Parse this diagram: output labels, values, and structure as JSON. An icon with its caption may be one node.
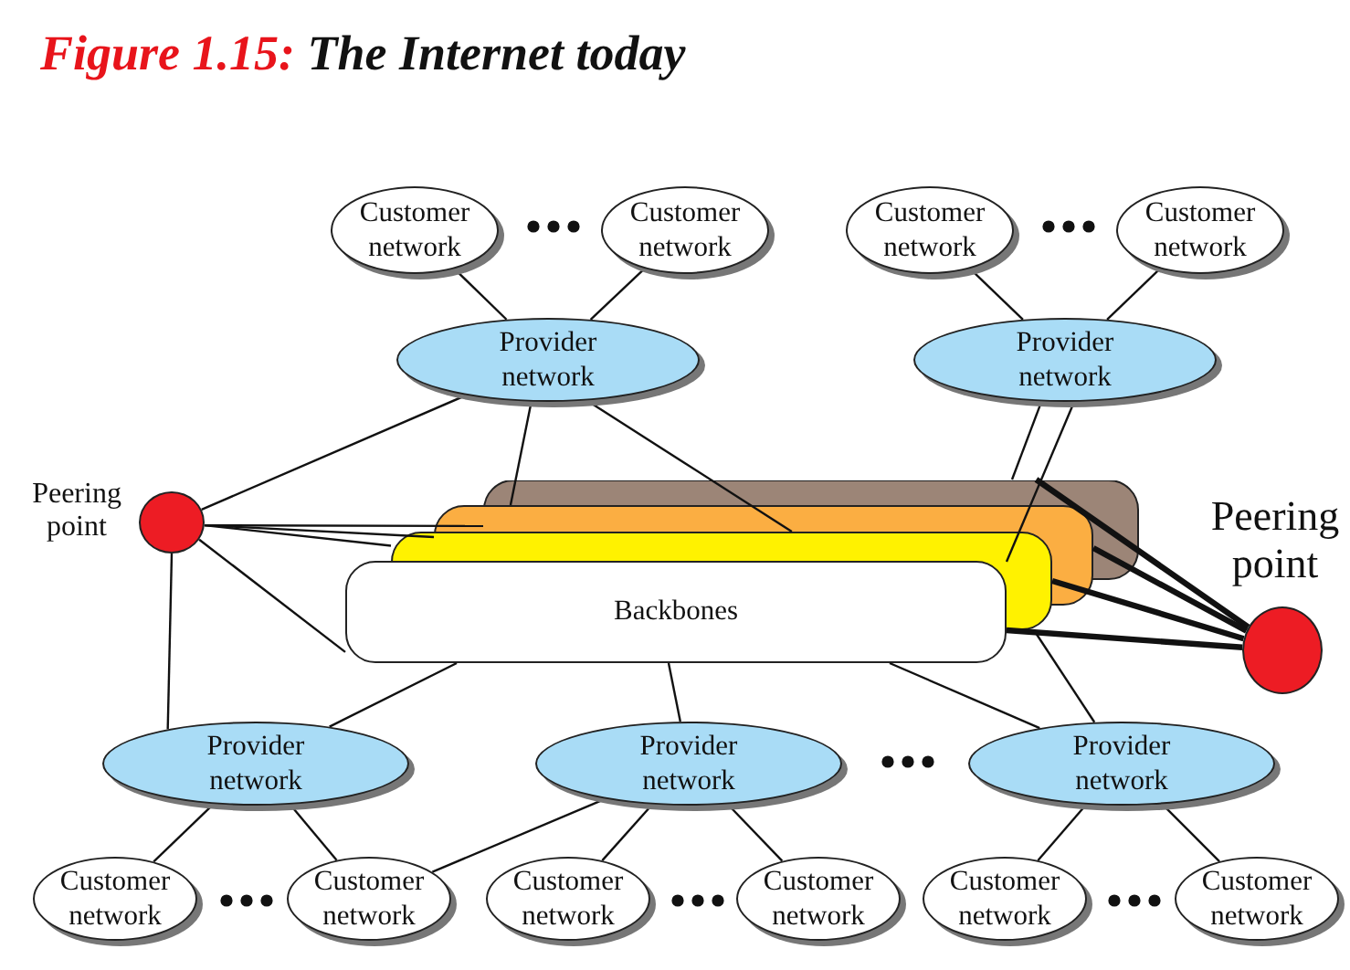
{
  "diagram": {
    "title": "Figure 1.15: The Internet today",
    "nodes": [
      {
        "text": [
          "Customer network"
        ]
      },
      {
        "text": [
          "Customer network"
        ]
      },
      {
        "text": [
          "Customer network"
        ]
      },
      {
        "text": [
          "Customer network"
        ]
      },
      {
        "text": [
          "Provider network"
        ]
      },
      {
        "text": [
          "Provider network"
        ]
      },
      {
        "text": [],
        "shape": "circle",
        "beside": [
          "Peering point"
        ]
      },
      {
        "text": [
          "Backbones"
        ]
      },
      {
        "text": [],
        "shape": "circle",
        "beside": [
          "Peering point"
        ]
      },
      {
        "text": [
          "Provider network"
        ]
      },
      {
        "text": [
          "Provider network"
        ]
      },
      {
        "text": [
          "Provider network"
        ]
      },
      {
        "text": [
          "Customer network"
        ]
      },
      {
        "text": [
          "Customer network"
        ]
      },
      {
        "text": [
          "Customer network"
        ]
      },
      {
        "text": [
          "Customer network"
        ]
      },
      {
        "text": [
          "Customer network"
        ]
      },
      {
        "text": [
          "Customer network"
        ]
      }
    ],
    "edges": [
      {
        "from": 0,
        "to": 4,
        "arrow": "none"
      },
      {
        "from": 1,
        "to": 4,
        "arrow": "none"
      },
      {
        "from": 2,
        "to": 5,
        "arrow": "none"
      },
      {
        "from": 3,
        "to": 5,
        "arrow": "none"
      },
      {
        "from": 4,
        "to": 6,
        "arrow": "none"
      },
      {
        "from": 4,
        "to": 7,
        "arrow": "none"
      },
      {
        "from": 4,
        "to": 7,
        "arrow": "none"
      },
      {
        "from": 5,
        "to": 7,
        "arrow": "none"
      },
      {
        "from": 5,
        "to": 7,
        "arrow": "none"
      },
      {
        "from": 6,
        "to": 7,
        "arrow": "none"
      },
      {
        "from": 6,
        "to": 7,
        "arrow": "none"
      },
      {
        "from": 6,
        "to": 7,
        "arrow": "none"
      },
      {
        "from": 6,
        "to": 7,
        "arrow": "none"
      },
      {
        "from": 6,
        "to": 9,
        "arrow": "none"
      },
      {
        "from": 8,
        "to": 7,
        "arrow": "none",
        "style": "thick"
      },
      {
        "from": 8,
        "to": 7,
        "arrow": "none",
        "style": "thick"
      },
      {
        "from": 8,
        "to": 7,
        "arrow": "none",
        "style": "thick"
      },
      {
        "from": 8,
        "to": 7,
        "arrow": "none",
        "style": "thick"
      },
      {
        "from": 7,
        "to": 9,
        "arrow": "none"
      },
      {
        "from": 7,
        "to": 10,
        "arrow": "none"
      },
      {
        "from": 7,
        "to": 11,
        "arrow": "none"
      },
      {
        "from": 7,
        "to": 11,
        "arrow": "none"
      },
      {
        "from": 9,
        "to": 12,
        "arrow": "none"
      },
      {
        "from": 9,
        "to": 13,
        "arrow": "none"
      },
      {
        "from": 10,
        "to": 13,
        "arrow": "none"
      },
      {
        "from": 10,
        "to": 14,
        "arrow": "none"
      },
      {
        "from": 10,
        "to": 15,
        "arrow": "none"
      },
      {
        "from": 11,
        "to": 16,
        "arrow": "none"
      },
      {
        "from": 11,
        "to": 17,
        "arrow": "none"
      }
    ]
  }
}
